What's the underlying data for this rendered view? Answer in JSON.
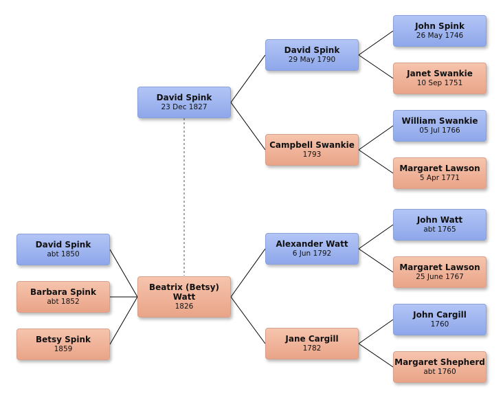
{
  "people": {
    "david_spink_1827": {
      "name": "David Spink",
      "date": "23 Dec 1827",
      "sex": "male"
    },
    "beatrix_watt": {
      "name": "Beatrix (Betsy) Watt",
      "date": "1826",
      "sex": "female"
    },
    "david_spink_1790": {
      "name": "David Spink",
      "date": "29 May 1790",
      "sex": "male"
    },
    "campbell_swankie": {
      "name": "Campbell Swankie",
      "date": "1793",
      "sex": "female"
    },
    "alexander_watt": {
      "name": "Alexander Watt",
      "date": "6 Jun 1792",
      "sex": "male"
    },
    "jane_cargill": {
      "name": "Jane Cargill",
      "date": "1782",
      "sex": "female"
    },
    "john_spink": {
      "name": "John Spink",
      "date": "26 May 1746",
      "sex": "male"
    },
    "janet_swankie": {
      "name": "Janet Swankie",
      "date": "10 Sep 1751",
      "sex": "female"
    },
    "william_swankie": {
      "name": "William Swankie",
      "date": "05 Jul 1766",
      "sex": "male"
    },
    "margaret_lawson_1771": {
      "name": "Margaret Lawson",
      "date": "5 Apr 1771",
      "sex": "female"
    },
    "john_watt": {
      "name": "John Watt",
      "date": "abt 1765",
      "sex": "male"
    },
    "margaret_lawson_1767": {
      "name": "Margaret Lawson",
      "date": "25 June 1767",
      "sex": "female"
    },
    "john_cargill": {
      "name": "John Cargill",
      "date": "1760",
      "sex": "male"
    },
    "margaret_shepherd": {
      "name": "Margaret Shepherd",
      "date": "abt 1760",
      "sex": "female"
    },
    "david_spink_1850": {
      "name": "David Spink",
      "date": "abt 1850",
      "sex": "male"
    },
    "barbara_spink": {
      "name": "Barbara Spink",
      "date": "abt 1852",
      "sex": "female"
    },
    "betsy_spink": {
      "name": "Betsy Spink",
      "date": "1859",
      "sex": "female"
    }
  },
  "colors": {
    "male": "#9cb3ef",
    "female": "#eeb097",
    "line": "#000000",
    "spouse_line": "#777777"
  }
}
